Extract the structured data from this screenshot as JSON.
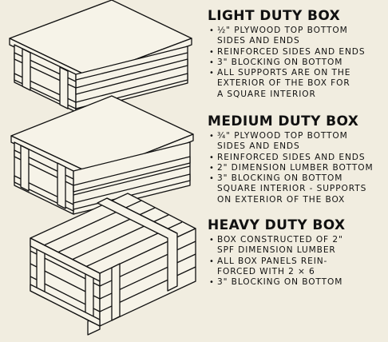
{
  "sections": [
    {
      "title": "LIGHT DUTY BOX",
      "items": [
        [
          "½\" PLYWOOD TOP BOTTOM",
          "SIDES AND ENDS"
        ],
        [
          "REINFORCED SIDES AND ENDS"
        ],
        [
          "3\" BLOCKING ON BOTTOM"
        ],
        [
          "ALL SUPPORTS ARE ON THE",
          "EXTERIOR OF THE BOX FOR",
          "A SQUARE INTERIOR"
        ]
      ]
    },
    {
      "title": "MEDIUM DUTY BOX",
      "items": [
        [
          "¾\" PLYWOOD TOP BOTTOM",
          "SIDES AND ENDS"
        ],
        [
          "REINFORCED SIDES AND ENDS"
        ],
        [
          "2\" DIMENSION LUMBER BOTTOM"
        ],
        [
          "3\" BLOCKING ON BOTTOM",
          "SQUARE INTERIOR - SUPPORTS",
          "ON EXTERIOR OF THE BOX"
        ]
      ]
    },
    {
      "title": "HEAVY DUTY BOX",
      "items": [
        [
          "BOX CONSTRUCTED OF 2\"",
          "SPF DIMENSION LUMBER"
        ],
        [
          "ALL BOX PANELS REIN-",
          "FORCED WITH 2 × 6"
        ],
        [
          "3\" BLOCKING ON BOTTOM"
        ]
      ]
    }
  ],
  "bullet": "•"
}
